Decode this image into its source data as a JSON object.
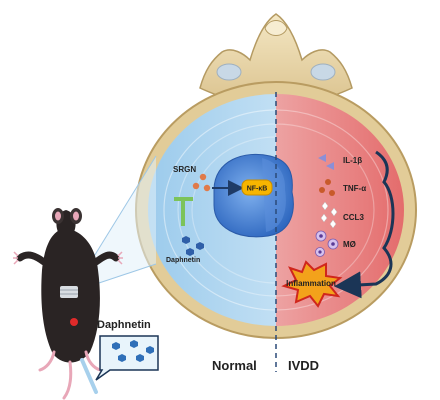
{
  "labels": {
    "srgn": "SRGN",
    "nfkb": "NF-κB",
    "daphnetin_inner": "Daphnetin",
    "il1b": "IL-1β",
    "tnfa": "TNF-α",
    "ccl3": "CCL3",
    "macrophage": "MØ",
    "inflammation": "Inflammation",
    "daphnetin_callout": "Daphnetin",
    "normal": "Normal",
    "ivdd": "IVDD"
  },
  "colors": {
    "normal_annulus": "#cfe6f6",
    "nucleus": "#4f86d6",
    "degenerated_annulus": "#e98a8a",
    "vertebra": "#ead9ae",
    "nfkb_badge": "#f7b500",
    "inhibitor": "#7cc35a",
    "inflammation_burst": "#f3a21b",
    "mouse": "#2a2424"
  },
  "icons": {
    "arrow": "arrow-right-icon",
    "inhibitor": "inhibition-t-bar-icon",
    "burst": "starburst-icon",
    "molecule": "hexagon-molecule-icon"
  }
}
